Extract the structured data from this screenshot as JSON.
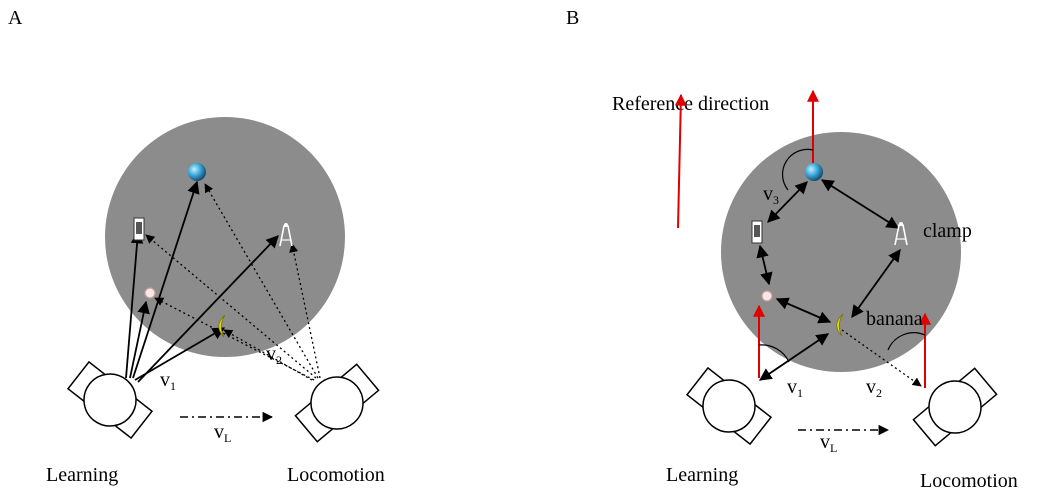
{
  "panels": {
    "a": {
      "label": "A",
      "learning_label": "Learning",
      "locomotion_label": "Locomotion",
      "v1": {
        "base": "v",
        "sub": "1"
      },
      "v2": {
        "base": "v",
        "sub": "2"
      },
      "vL": {
        "base": "v",
        "sub": "L"
      }
    },
    "b": {
      "label": "B",
      "reference_label": "Reference direction",
      "clamp_label": "clamp",
      "banana_label": "banana",
      "learning_label": "Learning",
      "locomotion_label": "Locomotion",
      "v1": {
        "base": "v",
        "sub": "1"
      },
      "v2": {
        "base": "v",
        "sub": "2"
      },
      "v3": {
        "base": "v",
        "sub": "3"
      },
      "vL": {
        "base": "v",
        "sub": "L"
      }
    }
  },
  "colors": {
    "arena": "#8c8c8c",
    "reference_arrow": "#e00000",
    "ball": "#3aa6d8",
    "banana": "#e8e000"
  },
  "icons": [
    "ball-object-icon",
    "phone-object-icon",
    "clamp-object-icon",
    "ring-object-icon",
    "banana-object-icon",
    "observer-icon"
  ]
}
